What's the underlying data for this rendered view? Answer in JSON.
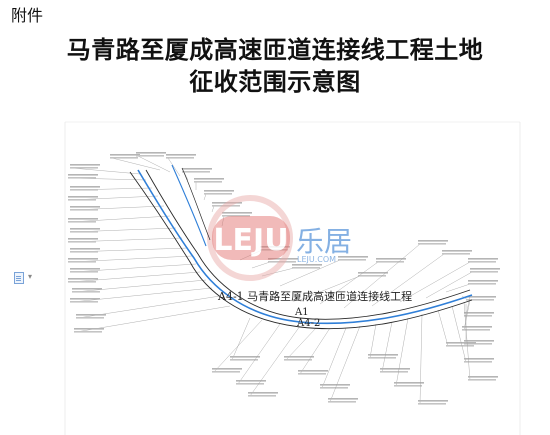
{
  "document": {
    "attachment_label": "附件",
    "title_line1": "马青路至厦成高速匝道连接线工程土地",
    "title_line2": "征收范围示意图"
  },
  "map": {
    "label_main": "A4-1 马青路至厦成高速匝道连接线工程",
    "label_a1": "A1",
    "label_a42": "A4-2"
  },
  "watermark": {
    "logo_text": "LEJU",
    "brand_cn": "乐居",
    "domain": "LEJU.COM"
  },
  "icons": {
    "doc": "document-icon",
    "caret": "caret-down-icon"
  },
  "colors": {
    "road": "#2f7fd8",
    "boundary": "#2a2a2a",
    "watermark_red": "#d9534f",
    "watermark_blue": "#4a90e2"
  }
}
